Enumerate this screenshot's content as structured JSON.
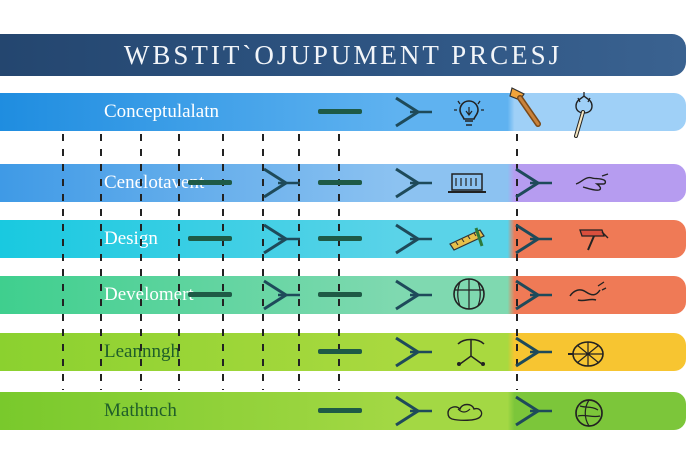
{
  "title": "WBSTIT`OJUPUMENT PRCESJ",
  "stages": [
    {
      "label": "Conceptulalatn",
      "colors": [
        "#1f8de0",
        "#5fb2f0",
        "#9fd0f7"
      ],
      "label_style": "light",
      "icons": [
        "lightbulb-icon",
        "paintbrush-icon",
        "torch-icon"
      ]
    },
    {
      "label": "Cenelotavent",
      "colors": [
        "#3f9ae6",
        "#8cc2f1",
        "#b69cf0"
      ],
      "label_style": "light",
      "icons": [
        "laptop-icon",
        "hand-icon"
      ]
    },
    {
      "label": "Design",
      "colors": [
        "#19c9e0",
        "#5ad3e8",
        "#ef7a56"
      ],
      "label_style": "light",
      "icons": [
        "ruler-icon",
        "paint-roller-icon"
      ]
    },
    {
      "label": "Develomert",
      "colors": [
        "#3fcf8e",
        "#7fd9b0",
        "#ef7a56"
      ],
      "label_style": "light",
      "icons": [
        "barrel-icon",
        "swirl-icon"
      ]
    },
    {
      "label": "Leannngh",
      "colors": [
        "#8bd12f",
        "#a9d93f",
        "#f7c531"
      ],
      "label_style": "dark",
      "icons": [
        "stand-icon",
        "wheel-icon"
      ]
    },
    {
      "label": "Mathtnch",
      "colors": [
        "#79c92c",
        "#a3d844",
        "#7cc63a"
      ],
      "label_style": "dark",
      "icons": [
        "cloud-scribble-icon",
        "globe-icon"
      ]
    }
  ]
}
